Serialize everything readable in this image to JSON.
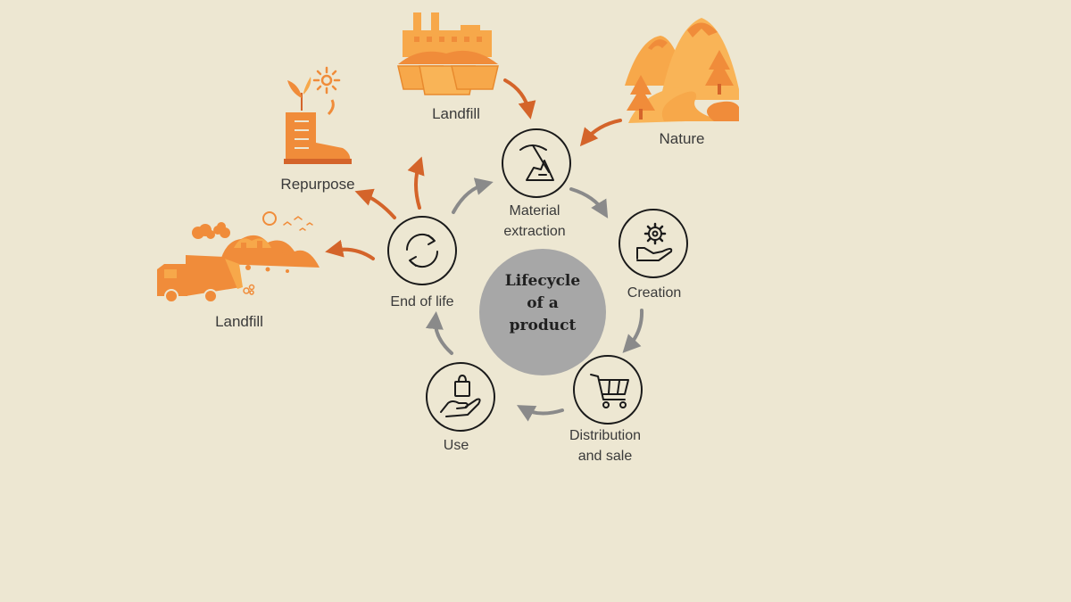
{
  "center": {
    "title": "Lifecycle\nof a\nproduct"
  },
  "stages": {
    "material": "Material\nextraction",
    "creation": "Creation",
    "distribution": "Distribution\nand sale",
    "use": "Use",
    "end_of_life": "End of life"
  },
  "outcomes": {
    "landfill_top": "Landfill",
    "nature": "Nature",
    "repurpose": "Repurpose",
    "landfill_left": "Landfill"
  },
  "colors": {
    "background": "#EDE7D2",
    "center_fill": "#A7A7A7",
    "orange_light": "#F7A84A",
    "orange": "#F08C3A",
    "arrow_orange": "#D4642A",
    "arrow_gray": "#8A8A8A",
    "ink": "#1a1a1a"
  }
}
